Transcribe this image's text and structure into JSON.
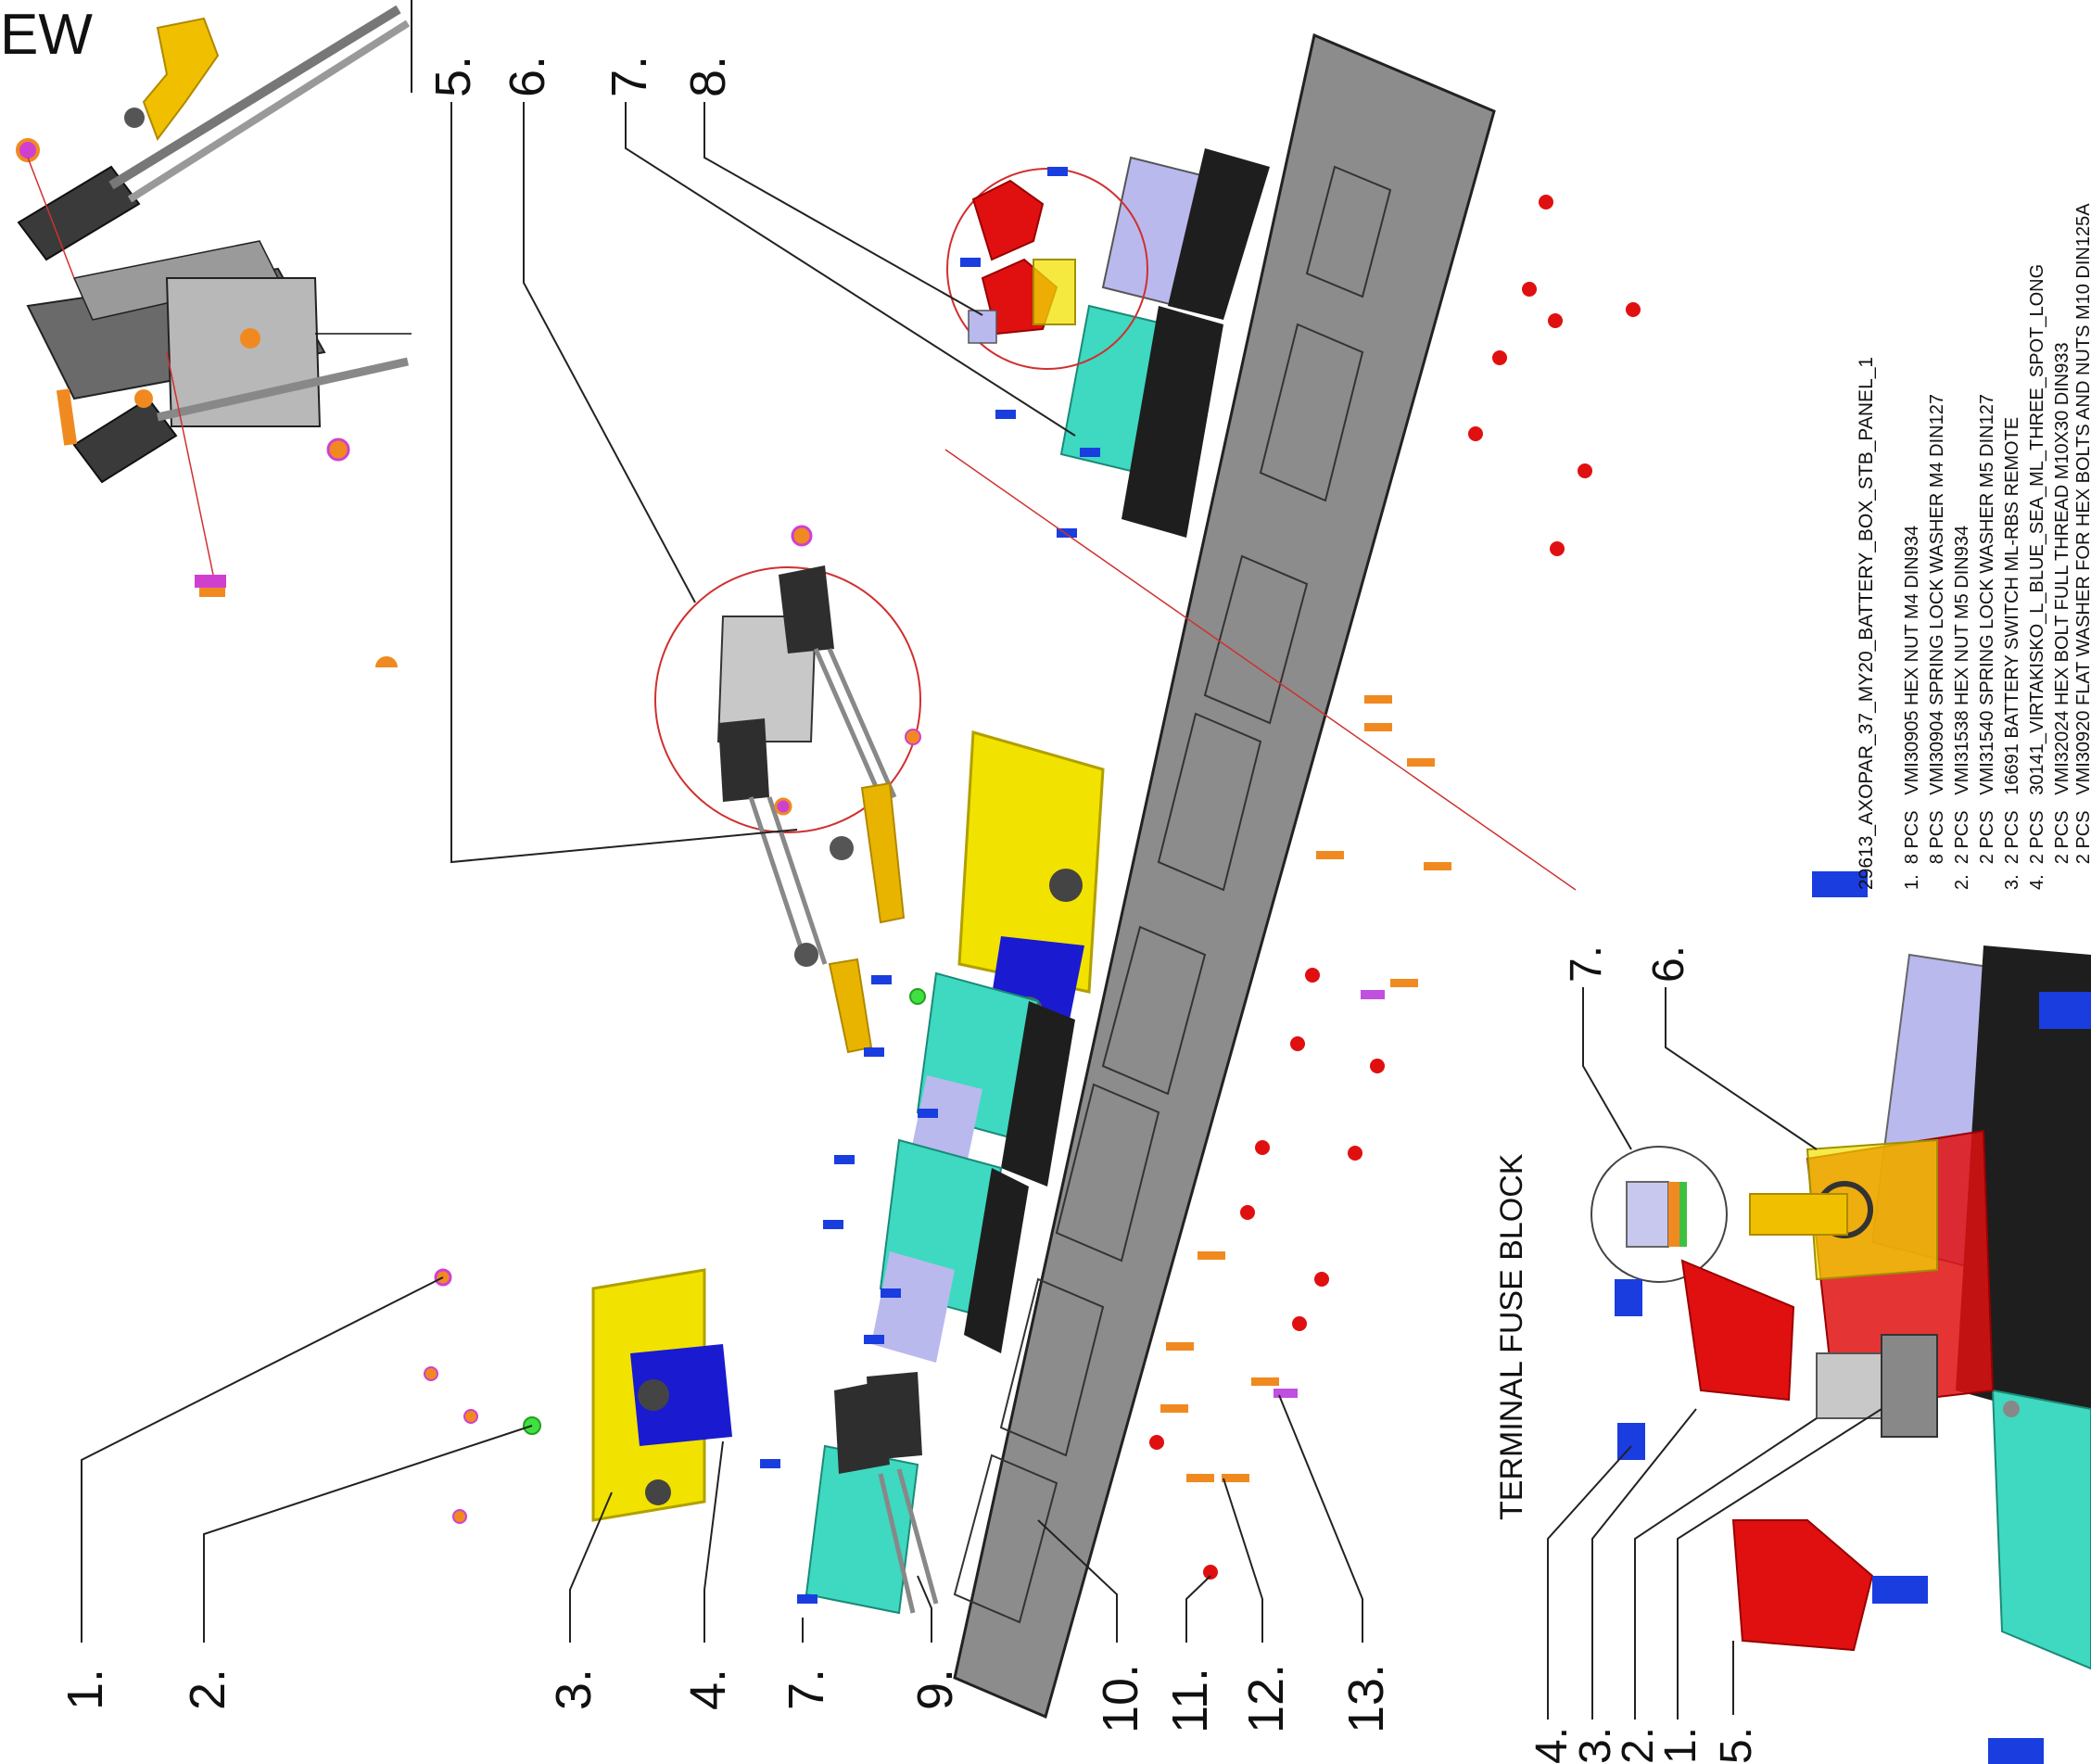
{
  "view_label": "EW",
  "callouts_left": [
    "1.",
    "2.",
    "3.",
    "4.",
    "7.",
    "9.",
    "10.",
    "11.",
    "12.",
    "13."
  ],
  "callouts_top": [
    "5.",
    "6.",
    "7.",
    "8."
  ],
  "detail": {
    "title": "TERMINAL FUSE BLOCK",
    "callouts_bottom": [
      "4.",
      "3.",
      "2.",
      "1.",
      "5."
    ],
    "callouts_top": [
      "7.",
      "6."
    ]
  },
  "parts_list": {
    "title": "29613_AXOPAR_37_MY20_BATTERY_BOX_STB_PANEL_1",
    "lines": [
      "1.  8 PCS   VMI30905 HEX NUT M4 DIN934",
      "     8 PCS   VMI30904 SPRING LOCK WASHER M4 DIN127",
      "2.  2 PCS   VMI31538 HEX NUT M5 DIN934",
      "     2 PCS   VMI31540 SPRING LOCK WASHER M5 DIN127",
      "3.  2 PCS   16691 BATTERY SWITCH ML-RBS REMOTE",
      "4.  2 PCS   30141_VIRTAKISKO_L_BLUE_SEA_ML_THREE_SPOT_LONG",
      "     2 PCS   VMI32024 HEX BOLT FULL THREAD M10X30 DIN933",
      "     2 PCS   VMI30920 FLAT WASHER FOR HEX BOLTS AND NUTS M10 DIN125A"
    ]
  },
  "colors": {
    "panel": "#8c8c8c",
    "breaker_yellow": "#f2e200",
    "fuse_teal": "#3ed9c0",
    "lilac": "#b9b9ee",
    "bracket_blue": "#1a1ad0",
    "cap_red": "#e01010",
    "bolt_orange": "#f08a20",
    "screw_blue": "#1a3de0",
    "washer_magenta": "#d040d0",
    "bracket_gold": "#e8b400"
  }
}
